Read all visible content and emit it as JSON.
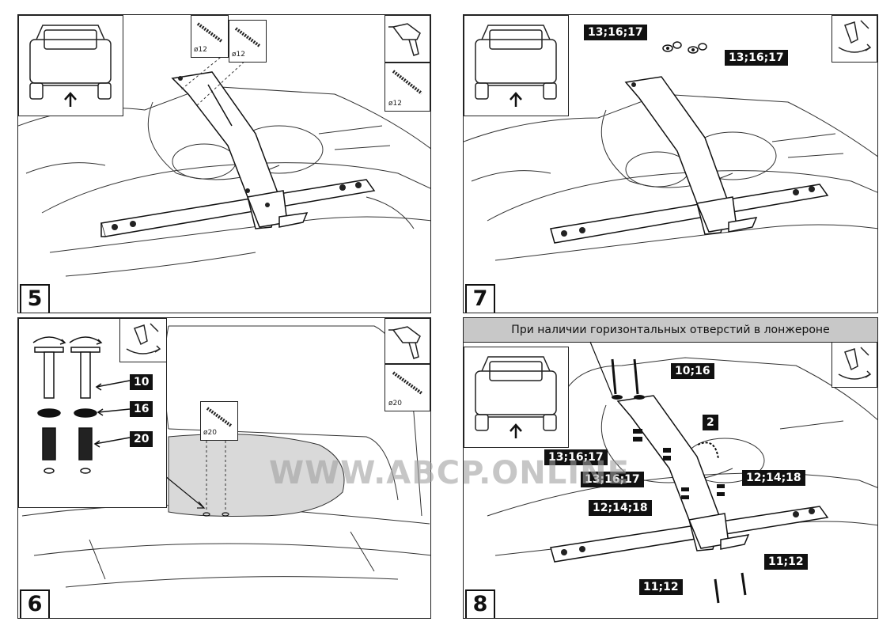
{
  "panels": {
    "p5": {
      "step": "5",
      "drill_diameter_1": "ø12",
      "drill_diameter_2": "ø12",
      "drill_diameter_3": "ø12"
    },
    "p6": {
      "step": "6",
      "drill_diameter_top": "ø20",
      "drill_diameter_center": "ø20",
      "labels": [
        "10",
        "16",
        "20"
      ]
    },
    "p7": {
      "step": "7",
      "label_left": "13;16;17",
      "label_right": "13;16;17"
    },
    "p8": {
      "step": "8",
      "banner": "При наличии горизонтальных отверстий в лонжероне",
      "labels": [
        "10;16",
        "2",
        "13;16;17",
        "13;16;17",
        "12;14;18",
        "12;14;18",
        "11;12",
        "11;12"
      ]
    }
  },
  "watermark": "WWW.ABCP.ONLINE",
  "colors": {
    "line": "#222222",
    "label_bg": "#111111",
    "banner_bg": "#c8c8c8",
    "shaded": "#d9d9d9"
  }
}
